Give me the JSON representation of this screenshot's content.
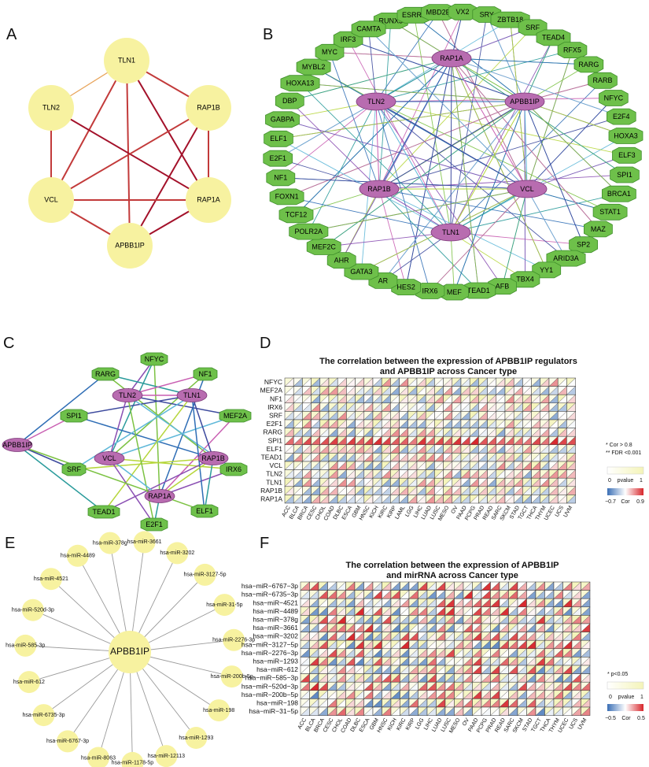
{
  "panel_labels": [
    "A",
    "B",
    "C",
    "D",
    "E",
    "F"
  ],
  "panelA": {
    "nodes": [
      "TLN1",
      "TLN2",
      "RAP1B",
      "VCL",
      "RAP1A",
      "APBB1IP"
    ],
    "edges": [
      [
        "TLN1",
        "TLN2"
      ],
      [
        "TLN1",
        "RAP1B"
      ],
      [
        "TLN1",
        "VCL"
      ],
      [
        "TLN1",
        "RAP1A"
      ],
      [
        "TLN1",
        "APBB1IP"
      ],
      [
        "TLN2",
        "VCL"
      ],
      [
        "TLN2",
        "RAP1A"
      ],
      [
        "RAP1B",
        "RAP1A"
      ],
      [
        "RAP1B",
        "VCL"
      ],
      [
        "RAP1B",
        "APBB1IP"
      ],
      [
        "VCL",
        "RAP1A"
      ],
      [
        "VCL",
        "APBB1IP"
      ],
      [
        "RAP1A",
        "APBB1IP"
      ]
    ]
  },
  "panelB": {
    "hubs": [
      "RAP1A",
      "TLN2",
      "APBB1IP",
      "RAP1B",
      "VCL",
      "TLN1"
    ],
    "ring": [
      "RUNX3",
      "ESRRA",
      "MBD2B",
      "VX2",
      "SRY",
      "ZBTB18",
      "SRF",
      "TEAD4",
      "RFX5",
      "RARG",
      "RARB",
      "NFYC",
      "E2F4",
      "HOXA3",
      "ELF3",
      "SPI1",
      "BRCA1",
      "STAT1",
      "MAZ",
      "SP2",
      "ARID3A",
      "YY1",
      "TBX4",
      "AFB",
      "TEAD1",
      "MEF",
      "IRX6",
      "HES2",
      "AR",
      "GATA3",
      "AHR",
      "MEF2C",
      "POLR2A",
      "TCF12",
      "FOXN1",
      "NF1",
      "E2F1",
      "ELF1",
      "GABPA",
      "DBP",
      "HOXA13",
      "MYBL2",
      "MYC",
      "IRF3",
      "CAMTA"
    ]
  },
  "panelC": {
    "hubs": [
      "TLN2",
      "TLN1",
      "VCL",
      "RAP1B",
      "RAP1A",
      "APBB1IP"
    ],
    "tfs": [
      "NFYC",
      "RARG",
      "NF1",
      "SPI1",
      "MEF2A",
      "SRF",
      "IRX6",
      "TEAD1",
      "E2F1",
      "ELF1"
    ]
  },
  "panelD": {
    "title_line1": "The correlation between the expression of APBB1IP regulators",
    "title_line2": "and APBB1IP across Cancer type",
    "legend_sig": [
      "* Cor > 0.8",
      "** FDR <0.001"
    ],
    "pvalue_label": "pvalue",
    "pvalue_ticks": [
      "0",
      "1"
    ],
    "cor_label": "Cor",
    "cor_ticks": [
      "−0.7",
      "0.9"
    ]
  },
  "panelE": {
    "center": "APBB1IP",
    "mirnas": [
      "hsa-miR-3661",
      "hsa-miR-3202",
      "hsa-miR-3127-5p",
      "hsa-miR-31-5p",
      "hsa-miR-2276-3p",
      "hsa-miR-200b-5p",
      "hsa-miR-198",
      "hsa-miR-1293",
      "hsa-miR-12113",
      "hsa-miR-1178-5p",
      "hsa-miR-8063",
      "hsa-miR-6767-3p",
      "hsa-miR-6735-3p",
      "hsa-miR-612",
      "hsa-miR-585-3p",
      "hsa-miR-520d-3p",
      "hsa-miR-4521",
      "hsa-miR-4489",
      "hsa-miR-378g"
    ]
  },
  "panelF": {
    "title_line1": "The correlation between the expression of APBB1IP",
    "title_line2": "and mirRNA across Cancer type",
    "legend_sig": [
      "* p<0.05"
    ],
    "pvalue_label": "pvalue",
    "pvalue_ticks": [
      "0",
      "1"
    ],
    "cor_label": "Cor",
    "cor_ticks": [
      "−0.5",
      "0.5"
    ]
  },
  "chart_data": [
    {
      "type": "heatmap",
      "title": "The correlation between the expression of APBB1IP regulators and APBB1IP across Cancer type",
      "rows": [
        "NFYC",
        "MEF2A",
        "NF1",
        "IRX6",
        "SRF",
        "E2F1",
        "RARG",
        "SPI1",
        "ELF1",
        "TEAD1",
        "VCL",
        "TLN2",
        "TLN1",
        "RAP1B",
        "RAP1A"
      ],
      "columns": [
        "ACC",
        "BLCA",
        "BRCA",
        "CESC",
        "CHOL",
        "COAD",
        "DLBC",
        "ESCA",
        "GBM",
        "HNSC",
        "KICH",
        "KIRC",
        "KIRP",
        "LAML",
        "LGG",
        "LIHC",
        "LUAD",
        "LUSC",
        "MESO",
        "OV",
        "PAAD",
        "PCPG",
        "PRAD",
        "READ",
        "SARC",
        "SKCM",
        "STAD",
        "TGCT",
        "THCA",
        "THYM",
        "UCEC",
        "UCS",
        "UVM"
      ],
      "cor_range": [
        -0.7,
        0.9
      ],
      "pvalue_range": [
        0,
        1
      ]
    },
    {
      "type": "heatmap",
      "title": "The correlation between the expression of APBB1IP and mirRNA across Cancer type",
      "rows": [
        "hsa−miR−6767−3p",
        "hsa−miR−6735−3p",
        "hsa−miR−4521",
        "hsa−miR−4489",
        "hsa−miR−378g",
        "hsa−miR−3661",
        "hsa−miR−3202",
        "hsa−miR−3127−5p",
        "hsa−miR−2276−3p",
        "hsa−miR−1293",
        "hsa−miR−612",
        "hsa−miR−585−3p",
        "hsa−miR−520d−3p",
        "hsa−miR−200b−5p",
        "hsa−miR−198",
        "hsa−miR−31−5p"
      ],
      "columns": [
        "ACC",
        "BLCA",
        "BRCA",
        "CESC",
        "CHOL",
        "COAD",
        "DLBC",
        "ESCA",
        "GBM",
        "HNSC",
        "KICH",
        "KIRC",
        "KIRP",
        "LGG",
        "LIHC",
        "LUAD",
        "LUSC",
        "MESO",
        "OV",
        "PAAD",
        "PCPG",
        "PRAD",
        "READ",
        "SARC",
        "SKCM",
        "STAD",
        "TGCT",
        "THCA",
        "THYM",
        "UCEC",
        "UCS",
        "UVM"
      ],
      "cor_range": [
        -0.5,
        0.5
      ],
      "pvalue_range": [
        0,
        1
      ]
    }
  ]
}
